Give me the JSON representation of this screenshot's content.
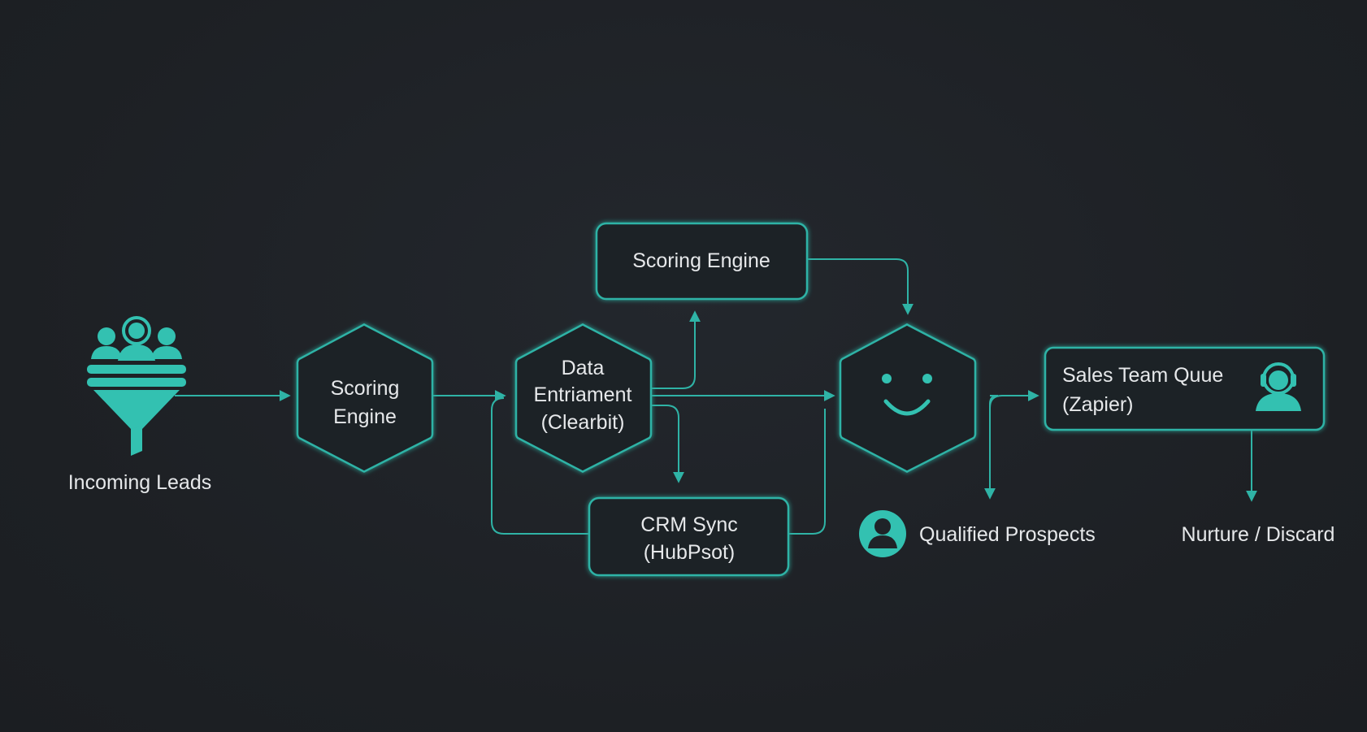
{
  "diagram": {
    "nodes": {
      "incoming_leads": {
        "label": "Incoming Leads",
        "icon": "funnel-people-icon"
      },
      "scoring_engine_hex": {
        "line1": "Scoring",
        "line2": "Engine"
      },
      "data_enrichment": {
        "line1": "Data",
        "line2": "Entriament",
        "line3": "(Clearbit)"
      },
      "scoring_engine_box": {
        "label": "Scoring Engine"
      },
      "crm_sync": {
        "line1": "CRM Sync",
        "line2": "(HubPsot)"
      },
      "smiley_hex": {
        "icon": "smiley-icon"
      },
      "sales_team_queue": {
        "line1": "Sales Team Quue",
        "line2": "(Zapier)",
        "icon": "headset-agent-icon"
      },
      "qualified_prospects": {
        "label": "Qualified Prospects",
        "icon": "user-avatar-icon"
      },
      "nurture_discard": {
        "label": "Nurture / Discard"
      }
    },
    "colors": {
      "accent": "#2fb3a6",
      "background": "#1e2126",
      "text": "#e6e8ea"
    }
  }
}
